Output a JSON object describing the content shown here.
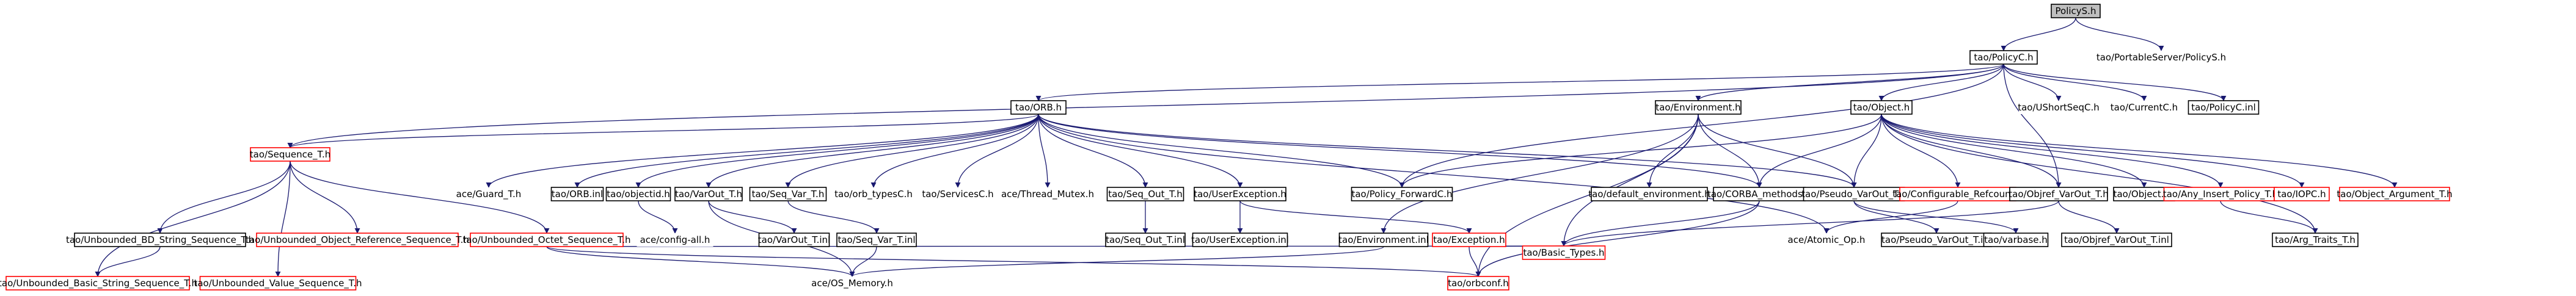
{
  "diagram": {
    "colors": {
      "edge": "#191970",
      "normal_border": "#000000",
      "missing_border": "#ff0000",
      "root_fill": "#bfbfbf",
      "node_fill": "#ffffff",
      "text": "#000000"
    },
    "nodes": [
      {
        "id": "policys_h",
        "label": "PolicyS.h",
        "kind": "root"
      },
      {
        "id": "portableserver_policys_h",
        "label": "tao/PortableServer/PolicyS.h",
        "kind": "plain"
      },
      {
        "id": "policyc_h",
        "label": "tao/PolicyC.h",
        "kind": "normal"
      },
      {
        "id": "orb_h",
        "label": "tao/ORB.h",
        "kind": "normal"
      },
      {
        "id": "environment_h",
        "label": "tao/Environment.h",
        "kind": "normal"
      },
      {
        "id": "object_h",
        "label": "tao/Object.h",
        "kind": "normal"
      },
      {
        "id": "ushortseqc_h",
        "label": "tao/UShortSeqC.h",
        "kind": "plain"
      },
      {
        "id": "currentc_h",
        "label": "tao/CurrentC.h",
        "kind": "plain"
      },
      {
        "id": "policyc_inl",
        "label": "tao/PolicyC.inl",
        "kind": "normal"
      },
      {
        "id": "sequence_t_h",
        "label": "tao/Sequence_T.h",
        "kind": "missing"
      },
      {
        "id": "ace_guard_t_h",
        "label": "ace/Guard_T.h",
        "kind": "plain"
      },
      {
        "id": "orb_i",
        "label": "tao/ORB.inl",
        "kind": "normal"
      },
      {
        "id": "objectid_h",
        "label": "tao/objectid.h",
        "kind": "normal"
      },
      {
        "id": "varout_t_h",
        "label": "tao/VarOut_T.h",
        "kind": "normal"
      },
      {
        "id": "seq_var_t_h",
        "label": "tao/Seq_Var_T.h",
        "kind": "normal"
      },
      {
        "id": "orb_typesc_h",
        "label": "tao/orb_typesC.h",
        "kind": "plain"
      },
      {
        "id": "servicesc_h",
        "label": "tao/ServicesC.h",
        "kind": "plain"
      },
      {
        "id": "thread_mutex_h",
        "label": "ace/Thread_Mutex.h",
        "kind": "plain"
      },
      {
        "id": "seq_out_t_h",
        "label": "tao/Seq_Out_T.h",
        "kind": "normal"
      },
      {
        "id": "userexception_h",
        "label": "tao/UserException.h",
        "kind": "normal"
      },
      {
        "id": "policy_forwardc_h",
        "label": "tao/Policy_ForwardC.h",
        "kind": "normal"
      },
      {
        "id": "default_environment_h",
        "label": "tao/default_environment.h",
        "kind": "normal"
      },
      {
        "id": "corba_methods_h",
        "label": "tao/CORBA_methods.h",
        "kind": "normal"
      },
      {
        "id": "pseudo_varout_t_h",
        "label": "tao/Pseudo_VarOut_T.h",
        "kind": "normal"
      },
      {
        "id": "configurable_refcount_h",
        "label": "tao/Configurable_Refcount.h",
        "kind": "missing"
      },
      {
        "id": "objref_varout_t_h",
        "label": "tao/Objref_VarOut_T.h",
        "kind": "normal"
      },
      {
        "id": "object_i",
        "label": "tao/Object.inl",
        "kind": "normal"
      },
      {
        "id": "any_insert_policy_t_h",
        "label": "tao/Any_Insert_Policy_T.h",
        "kind": "missing"
      },
      {
        "id": "iopc_h",
        "label": "tao/IOPC.h",
        "kind": "missing"
      },
      {
        "id": "object_argument_t_h",
        "label": "tao/Object_Argument_T.h",
        "kind": "missing"
      },
      {
        "id": "unbounded_bd_string_sequence_t_h",
        "label": "tao/Unbounded_BD_String_Sequence_T.h",
        "kind": "normal"
      },
      {
        "id": "unbounded_object_reference_sequence_t_h",
        "label": "tao/Unbounded_Object_Reference_Sequence_T.h",
        "kind": "missing"
      },
      {
        "id": "unbounded_octet_sequence_t_h",
        "label": "tao/Unbounded_Octet_Sequence_T.h",
        "kind": "missing"
      },
      {
        "id": "ace_config_all_h",
        "label": "ace/config-all.h",
        "kind": "plain"
      },
      {
        "id": "varout_t_inl",
        "label": "tao/VarOut_T.inl",
        "kind": "normal"
      },
      {
        "id": "seq_var_t_inl",
        "label": "tao/Seq_Var_T.inl",
        "kind": "normal"
      },
      {
        "id": "seq_out_t_inl",
        "label": "tao/Seq_Out_T.inl",
        "kind": "normal"
      },
      {
        "id": "userexception_inl",
        "label": "tao/UserException.inl",
        "kind": "normal"
      },
      {
        "id": "environment_inl",
        "label": "tao/Environment.inl",
        "kind": "normal"
      },
      {
        "id": "exception_h",
        "label": "tao/Exception.h",
        "kind": "missing"
      },
      {
        "id": "ace_atomic_op_h",
        "label": "ace/Atomic_Op.h",
        "kind": "plain"
      },
      {
        "id": "pseudo_varout_t_inl",
        "label": "tao/Pseudo_VarOut_T.inl",
        "kind": "normal"
      },
      {
        "id": "varbase_h",
        "label": "tao/varbase.h",
        "kind": "normal"
      },
      {
        "id": "objref_varout_t_cpp",
        "label": "tao/Objref_VarOut_T.inl",
        "kind": "normal"
      },
      {
        "id": "arg_traits_t_h",
        "label": "tao/Arg_Traits_T.h",
        "kind": "normal"
      },
      {
        "id": "unbounded_basic_string_sequence_t_h",
        "label": "tao/Unbounded_Basic_String_Sequence_T.h",
        "kind": "missing"
      },
      {
        "id": "unbounded_value_sequence_t_h",
        "label": "tao/Unbounded_Value_Sequence_T.h",
        "kind": "missing"
      },
      {
        "id": "ace_os_memory_h",
        "label": "ace/OS_Memory.h",
        "kind": "plain"
      },
      {
        "id": "basic_types_h",
        "label": "tao/Basic_Types.h",
        "kind": "missing"
      },
      {
        "id": "orbconf_h",
        "label": "tao/orbconf.h",
        "kind": "missing"
      }
    ]
  }
}
